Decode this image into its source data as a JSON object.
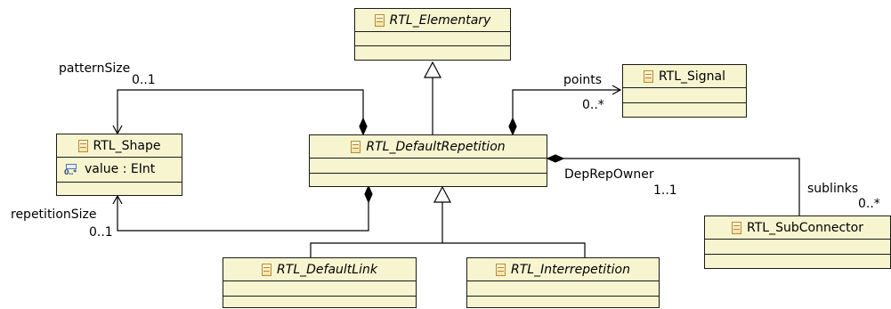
{
  "classes": {
    "elementary": {
      "name": "RTL_Elementary"
    },
    "signal": {
      "name": "RTL_Signal"
    },
    "shape": {
      "name": "RTL_Shape",
      "attribute": "value : EInt"
    },
    "default_repetition": {
      "name": "RTL_DefaultRepetition"
    },
    "sub_connector": {
      "name": "RTL_SubConnector"
    },
    "default_link": {
      "name": "RTL_DefaultLink"
    },
    "interrepetition": {
      "name": "RTL_Interrepetition"
    }
  },
  "associations": {
    "pattern_size": {
      "role": "patternSize",
      "multiplicity": "0..1"
    },
    "points": {
      "role": "points",
      "multiplicity": "0..*"
    },
    "repetition_size": {
      "role": "repetitionSize",
      "multiplicity": "0..1"
    },
    "dep_rep_owner": {
      "role": "DepRepOwner",
      "multiplicity": "1..1"
    },
    "sublinks": {
      "role": "sublinks",
      "multiplicity": "0..*"
    }
  },
  "icons": {
    "class": "class-icon",
    "attribute": "attribute-icon"
  }
}
